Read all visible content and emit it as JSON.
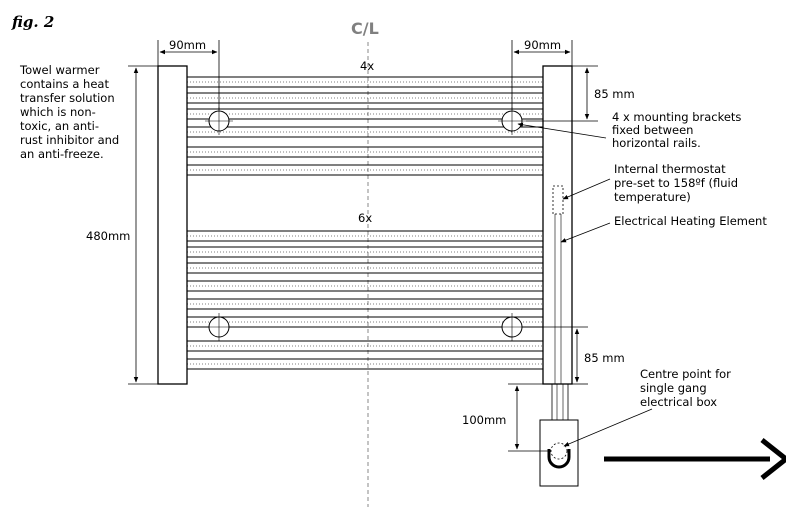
{
  "figure_label": "fig. 2",
  "centre_line_label": "C/L",
  "description_lines": [
    "Towel warmer",
    "contains a heat",
    "transfer solution",
    "which is non-",
    "toxic, an anti-",
    "rust inhibitor and",
    "an anti-freeze."
  ],
  "dim_left_width": "90mm",
  "dim_right_width": "90mm",
  "dim_height": "480mm",
  "dim_top_bracket": "85 mm",
  "dim_bottom_bracket": "85 mm",
  "dim_box_offset": "100mm",
  "upper_rails_label": "4x",
  "lower_rails_label": "6x",
  "callouts": {
    "brackets": [
      "4 x mounting brackets",
      "fixed between",
      "horizontal rails."
    ],
    "thermostat": [
      "Internal thermostat",
      "pre-set to 158ºf (fluid",
      "temperature)"
    ],
    "element": [
      "Electrical Heating Element"
    ],
    "centre_point": [
      "Centre point for",
      "single gang",
      "electrical box"
    ]
  }
}
